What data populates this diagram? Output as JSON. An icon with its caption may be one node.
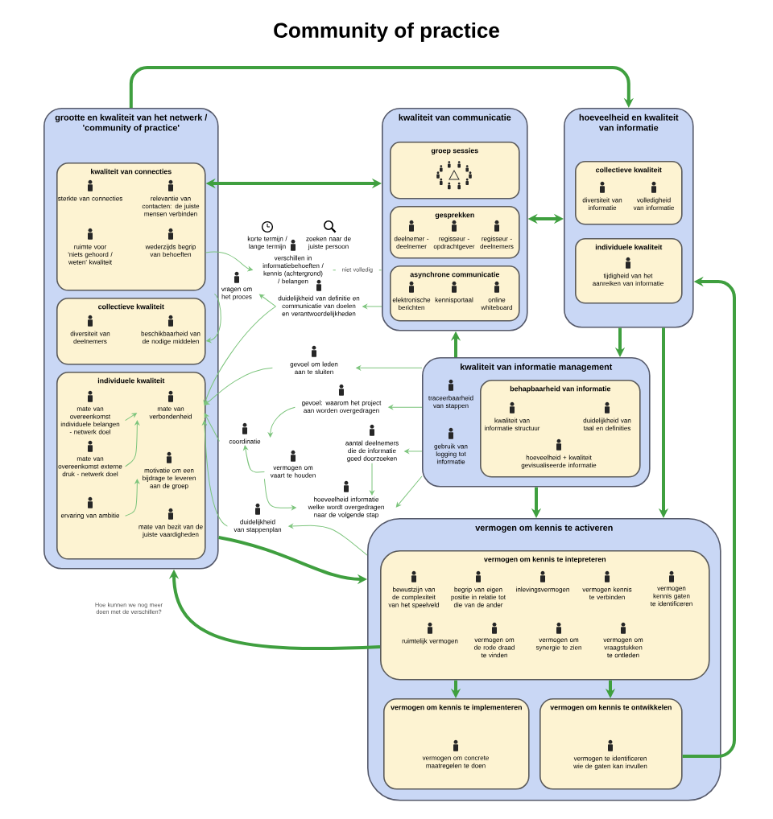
{
  "diagram": {
    "title": "Community of practice",
    "nodes": [
      {
        "text": [
          "grootte en kwaliteit van het netwerk / 'community of practice'"
        ]
      },
      {
        "text": [
          "kwaliteit van connecties"
        ],
        "in": 0
      },
      {
        "text": [
          "sterkte van connecties"
        ],
        "in": 1
      },
      {
        "text": [
          "relevantie van contacten: de juiste mensen verbinden"
        ],
        "in": 1
      },
      {
        "text": [
          "ruimte voor 'niets gehoord / weten' kwaliteit"
        ],
        "in": 1
      },
      {
        "text": [
          "wederzijds begrip van behoeften"
        ],
        "in": 1
      },
      {
        "text": [
          "collectieve kwaliteit"
        ],
        "in": 0
      },
      {
        "text": [
          "diversiteit van deelnemers"
        ],
        "in": 6
      },
      {
        "text": [
          "beschikbaarheid van de nodige middelen"
        ],
        "in": 6
      },
      {
        "text": [
          "individuele kwaliteit"
        ],
        "in": 0
      },
      {
        "text": [
          "mate van verbondenheid"
        ],
        "in": 9
      },
      {
        "text": [
          "mate van overeenkomst individuele belangen - netwerk doel"
        ],
        "in": 9
      },
      {
        "text": [
          "mate van overeenkomst externe druk - netwerk doel"
        ],
        "in": 9
      },
      {
        "text": [
          "motivatie om een bijdrage te leveren aan de groep"
        ],
        "in": 9
      },
      {
        "text": [
          "ervaring van ambitie"
        ],
        "in": 9
      },
      {
        "text": [
          "mate van bezit van de juiste vaardigheden"
        ],
        "in": 9
      },
      {
        "text": [
          "kwaliteit van communicatie"
        ]
      },
      {
        "text": [
          "groep sessies"
        ],
        "in": 16
      },
      {
        "text": [
          "gesprekken"
        ],
        "in": 16
      },
      {
        "text": [
          "deelnemer - deelnemer"
        ],
        "in": 18
      },
      {
        "text": [
          "regisseur - opdrachtgever"
        ],
        "in": 18
      },
      {
        "text": [
          "regisseur - deelnemers"
        ],
        "in": 18
      },
      {
        "text": [
          "asynchrone communicatie"
        ],
        "in": 16
      },
      {
        "text": [
          "elektronische berichten"
        ],
        "in": 22
      },
      {
        "text": [
          "kennisportaal"
        ],
        "in": 22
      },
      {
        "text": [
          "online whiteboard"
        ],
        "in": 22
      },
      {
        "text": [
          "hoeveelheid en kwaliteit van informatie"
        ]
      },
      {
        "text": [
          "collectieve kwaliteit"
        ],
        "in": 26
      },
      {
        "text": [
          "diversiteit van informatie"
        ],
        "in": 27
      },
      {
        "text": [
          "volledigheid van informatie"
        ],
        "in": 27
      },
      {
        "text": [
          "individuele kwaliteit"
        ],
        "in": 26
      },
      {
        "text": [
          "tijdigheid van het aanreiken van informatie"
        ],
        "in": 30
      },
      {
        "text": [
          "kwaliteit van informatie management"
        ]
      },
      {
        "text": [
          "traceerbaarheid van stappen"
        ],
        "in": 32
      },
      {
        "text": [
          "gebruik van logging tot informatie"
        ],
        "in": 32
      },
      {
        "text": [
          "behapbaarheid van informatie"
        ],
        "in": 32
      },
      {
        "text": [
          "kwaliteit van informatie structuur"
        ],
        "in": 35
      },
      {
        "text": [
          "duidelijkheid van taal en definities"
        ],
        "in": 35
      },
      {
        "text": [
          "hoeveelheid + kwaliteit gevisualiseerde informatie"
        ],
        "in": 35
      },
      {
        "text": [
          "vermogen om kennis te activeren"
        ]
      },
      {
        "text": [
          "vermogen om kennis te intepreteren"
        ],
        "in": 39
      },
      {
        "text": [
          "bewustzijn van de complexiteit van het speelveld"
        ],
        "in": 40
      },
      {
        "text": [
          "begrip van eigen positie in relatie tot die van de ander"
        ],
        "in": 40
      },
      {
        "text": [
          "inlevingsvermogen"
        ],
        "in": 40
      },
      {
        "text": [
          "vermogen kennis te verbinden"
        ],
        "in": 40
      },
      {
        "text": [
          "vermogen kennis gaten te identificeren"
        ],
        "in": 40
      },
      {
        "text": [
          "ruimtelijk vermogen"
        ],
        "in": 40
      },
      {
        "text": [
          "vermogen om de rode draad te vinden"
        ],
        "in": 40
      },
      {
        "text": [
          "vermogen om synergie te zien"
        ],
        "in": 40
      },
      {
        "text": [
          "vermogen om vraagstukken te ontleden"
        ],
        "in": 40
      },
      {
        "text": [
          "vermogen om kennis te implementeren"
        ],
        "in": 39
      },
      {
        "text": [
          "vermogen om concrete maatregelen te doen"
        ],
        "in": 50
      },
      {
        "text": [
          "vermogen om kennis te ontwikkelen"
        ],
        "in": 39
      },
      {
        "text": [
          "vermogen te identificeren wie de gaten kan invullen"
        ],
        "in": 52
      },
      {
        "text": [
          "verschillen in informatiebehoeften / kennis (achtergrond) / belangen"
        ]
      },
      {
        "text": [
          "vragen om het proces"
        ]
      },
      {
        "text": [
          "duidelijkheid van definitie en communicatie van doelen en verantwoordelijkheden"
        ]
      },
      {
        "text": [
          "gevoel om leden aan te sluiten"
        ]
      },
      {
        "text": [
          "gevoel: waarom het project aan worden overgedragen"
        ]
      },
      {
        "text": [
          "coordinatie"
        ]
      },
      {
        "text": [
          "vermogen om vaart te houden"
        ]
      },
      {
        "text": [
          "aantal deelnemers die de informatie goed doorzoeken"
        ]
      },
      {
        "text": [
          "hoeveelheid informatie welke wordt overgedragen naar de volgende stap"
        ]
      },
      {
        "text": [
          "duidelijkheid van stappenplan"
        ]
      }
    ],
    "edges": [
      {
        "from": 1,
        "to": 16,
        "arrow": "both",
        "style": "thick",
        "color": "#3f9f3f"
      },
      {
        "from": 0,
        "to": 26,
        "arrow": "to",
        "style": "thick",
        "color": "#3f9f3f"
      },
      {
        "from": 16,
        "to": 26,
        "arrow": "both",
        "style": "thick",
        "color": "#3f9f3f"
      },
      {
        "from": 32,
        "to": 16,
        "arrow": "to",
        "style": "thick",
        "color": "#3f9f3f"
      },
      {
        "from": 26,
        "to": 32,
        "arrow": "to",
        "style": "thick",
        "color": "#3f9f3f"
      },
      {
        "from": 26,
        "to": 39,
        "arrow": "to",
        "style": "thick",
        "color": "#3f9f3f"
      },
      {
        "from": 32,
        "to": 39,
        "arrow": "to",
        "style": "thick",
        "color": "#3f9f3f"
      },
      {
        "from": 52,
        "to": 26,
        "arrow": "to",
        "style": "thick",
        "color": "#3f9f3f"
      },
      {
        "from": 40,
        "to": 50,
        "arrow": "to",
        "style": "thick",
        "color": "#3f9f3f"
      },
      {
        "from": 40,
        "to": 52,
        "arrow": "to",
        "style": "thick",
        "color": "#3f9f3f"
      },
      {
        "from": 0,
        "to": 39,
        "arrow": "to",
        "style": "thick",
        "color": "#3f9f3f"
      },
      {
        "from": 40,
        "to": 0,
        "arrow": "to",
        "style": "thick",
        "color": "#3f9f3f",
        "label": "Hoe kunnen we nog meer doen met de verschillen?"
      },
      {
        "from": 1,
        "to": 54,
        "arrow": "to"
      },
      {
        "from": 54,
        "to": 16,
        "arrow": "none",
        "style": "dashed",
        "label": "niet volledig"
      },
      {
        "from": 16,
        "to": 56,
        "arrow": "to"
      },
      {
        "from": 56,
        "to": 55,
        "arrow": "to"
      },
      {
        "from": 55,
        "to": 6,
        "arrow": "to"
      },
      {
        "from": 56,
        "to": 10,
        "arrow": "to"
      },
      {
        "from": 32,
        "to": 57,
        "arrow": "to"
      },
      {
        "from": 57,
        "to": 10,
        "arrow": "to"
      },
      {
        "from": 32,
        "to": 58,
        "arrow": "to"
      },
      {
        "from": 58,
        "to": 59,
        "arrow": "to"
      },
      {
        "from": 59,
        "to": 10,
        "arrow": "to"
      },
      {
        "from": 32,
        "to": 61,
        "arrow": "to"
      },
      {
        "from": 32,
        "to": 62,
        "arrow": "to"
      },
      {
        "from": 61,
        "to": 62,
        "arrow": "to"
      },
      {
        "from": 60,
        "to": 62,
        "arrow": "to"
      },
      {
        "from": 60,
        "to": 59,
        "arrow": "to"
      },
      {
        "from": 39,
        "to": 63,
        "arrow": "to"
      },
      {
        "from": 63,
        "to": 10,
        "arrow": "to"
      },
      {
        "from": 11,
        "to": 10,
        "arrow": "to"
      },
      {
        "from": 12,
        "to": 10,
        "arrow": "to"
      },
      {
        "from": 14,
        "to": 13,
        "arrow": "to"
      }
    ],
    "labels": [
      "korte termijn / lange termijn",
      "zoeken naar de juiste persoon"
    ]
  }
}
